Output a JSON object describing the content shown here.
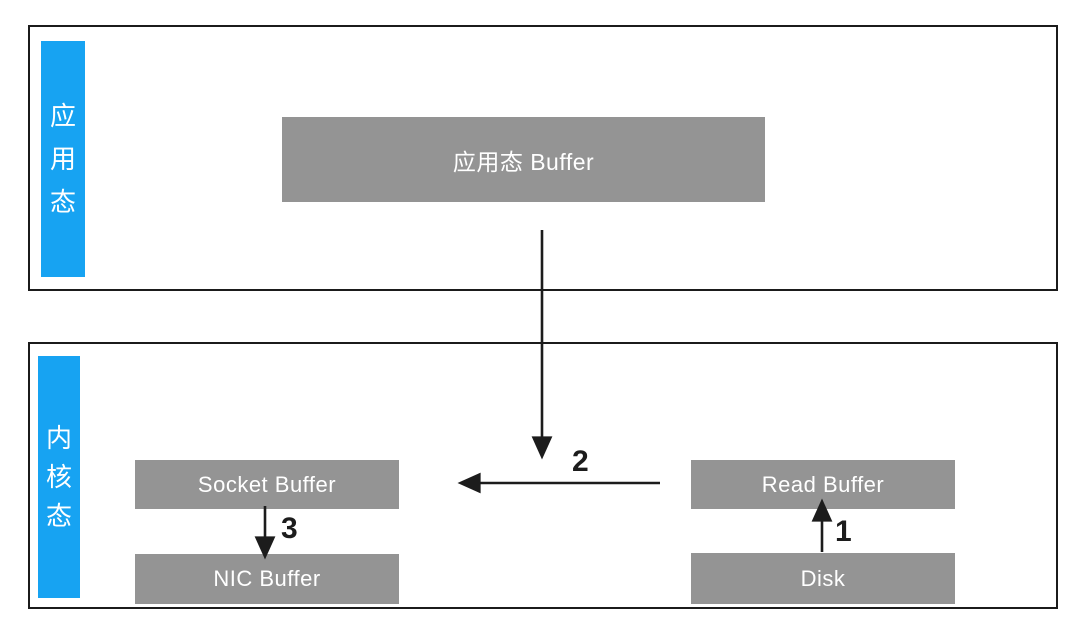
{
  "diagram": {
    "zones": {
      "user": {
        "label": "应用态",
        "buffer_label": "应用态 Buffer"
      },
      "kernel": {
        "label": "内核态",
        "socket_buffer_label": "Socket Buffer",
        "nic_buffer_label": "NIC Buffer",
        "read_buffer_label": "Read Buffer",
        "disk_label": "Disk"
      }
    },
    "steps": [
      {
        "label": "1",
        "from": "Disk",
        "to": "Read Buffer",
        "direction": "up"
      },
      {
        "label": "2",
        "from": "Read Buffer",
        "to": "Socket Buffer",
        "direction": "left"
      },
      {
        "label": "3",
        "from": "Socket Buffer",
        "to": "NIC Buffer",
        "direction": "down"
      }
    ],
    "syscall_arrow": {
      "from": "应用态 Buffer",
      "to": "内核态",
      "direction": "down"
    },
    "colors": {
      "zone_label_bg": "#17a3f2",
      "box_bg": "#949494",
      "box_text": "#ffffff",
      "border": "#1b1b1b",
      "arrow": "#1c1c1c",
      "step_text": "#1c1c1c",
      "background": "#ffffff"
    }
  }
}
